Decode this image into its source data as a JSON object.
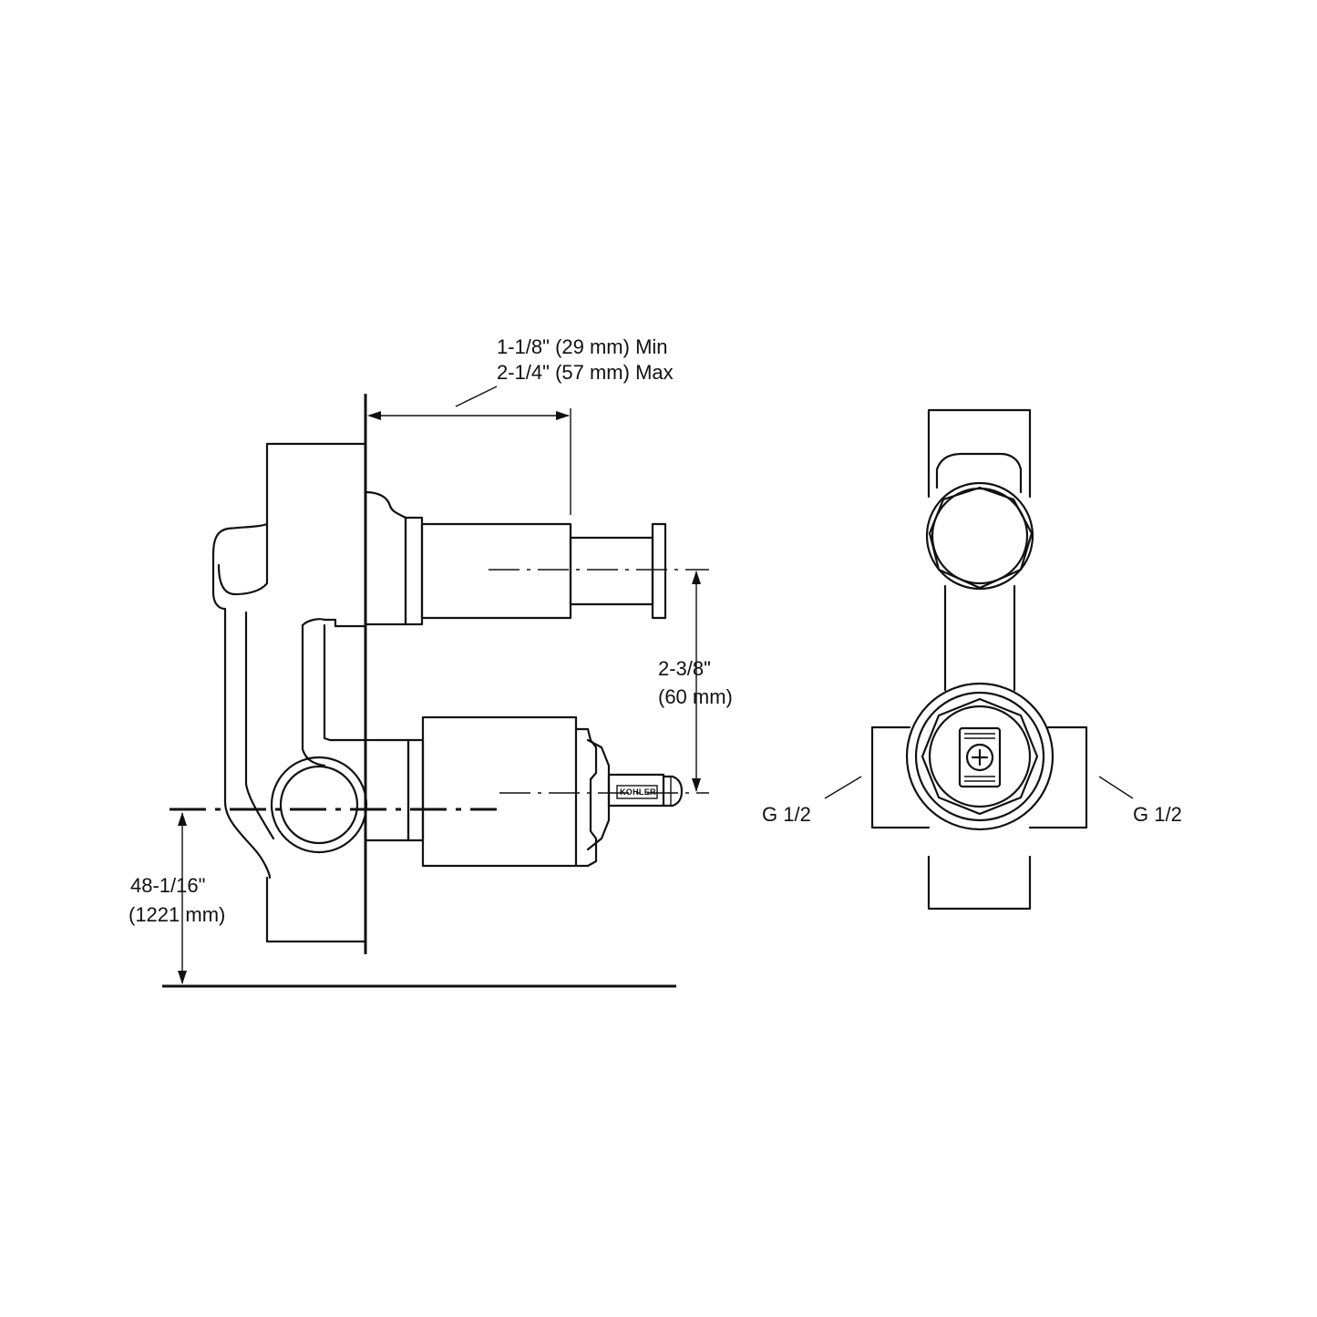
{
  "dimensions": {
    "trim_depth_min": "1-1/8\" (29 mm) Min",
    "trim_depth_max": "2-1/4\" (57 mm) Max",
    "spacing_imperial": "2-3/8\"",
    "spacing_metric": "(60 mm)",
    "height_imperial": "48-1/16\"",
    "height_metric": "(1221 mm)"
  },
  "ports": {
    "left": "G 1/2",
    "right": "G 1/2"
  },
  "logo": "KOHLER"
}
